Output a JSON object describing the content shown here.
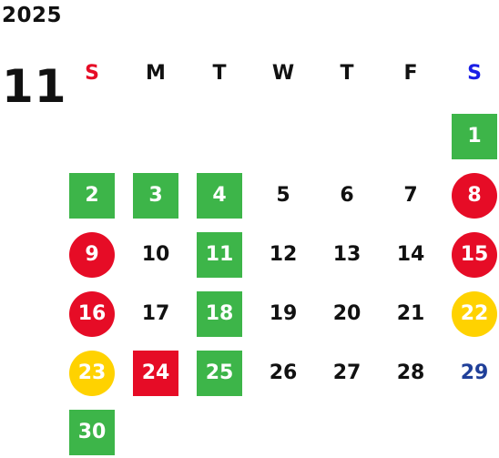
{
  "calendar": {
    "year": "2025",
    "month": "11",
    "weekdays": [
      {
        "label": "S",
        "color": "#e60c26"
      },
      {
        "label": "M",
        "color": "#111111"
      },
      {
        "label": "T",
        "color": "#111111"
      },
      {
        "label": "W",
        "color": "#111111"
      },
      {
        "label": "T",
        "color": "#111111"
      },
      {
        "label": "F",
        "color": "#111111"
      },
      {
        "label": "S",
        "color": "#1a1ee6"
      }
    ],
    "days": [
      {
        "day": "1",
        "col": 6,
        "row": 0,
        "style": "green"
      },
      {
        "day": "2",
        "col": 0,
        "row": 1,
        "style": "green"
      },
      {
        "day": "3",
        "col": 1,
        "row": 1,
        "style": "green"
      },
      {
        "day": "4",
        "col": 2,
        "row": 1,
        "style": "green"
      },
      {
        "day": "5",
        "col": 3,
        "row": 1,
        "style": "plain"
      },
      {
        "day": "6",
        "col": 4,
        "row": 1,
        "style": "plain"
      },
      {
        "day": "7",
        "col": 5,
        "row": 1,
        "style": "plain"
      },
      {
        "day": "8",
        "col": 6,
        "row": 1,
        "style": "red-circle"
      },
      {
        "day": "9",
        "col": 0,
        "row": 2,
        "style": "red-circle"
      },
      {
        "day": "10",
        "col": 1,
        "row": 2,
        "style": "plain"
      },
      {
        "day": "11",
        "col": 2,
        "row": 2,
        "style": "green"
      },
      {
        "day": "12",
        "col": 3,
        "row": 2,
        "style": "plain"
      },
      {
        "day": "13",
        "col": 4,
        "row": 2,
        "style": "plain"
      },
      {
        "day": "14",
        "col": 5,
        "row": 2,
        "style": "plain"
      },
      {
        "day": "15",
        "col": 6,
        "row": 2,
        "style": "red-circle"
      },
      {
        "day": "16",
        "col": 0,
        "row": 3,
        "style": "red-circle"
      },
      {
        "day": "17",
        "col": 1,
        "row": 3,
        "style": "plain"
      },
      {
        "day": "18",
        "col": 2,
        "row": 3,
        "style": "green"
      },
      {
        "day": "19",
        "col": 3,
        "row": 3,
        "style": "plain"
      },
      {
        "day": "20",
        "col": 4,
        "row": 3,
        "style": "plain"
      },
      {
        "day": "21",
        "col": 5,
        "row": 3,
        "style": "plain"
      },
      {
        "day": "22",
        "col": 6,
        "row": 3,
        "style": "yellow-circle"
      },
      {
        "day": "23",
        "col": 0,
        "row": 4,
        "style": "yellow-circle"
      },
      {
        "day": "24",
        "col": 1,
        "row": 4,
        "style": "red-square"
      },
      {
        "day": "25",
        "col": 2,
        "row": 4,
        "style": "green"
      },
      {
        "day": "26",
        "col": 3,
        "row": 4,
        "style": "plain"
      },
      {
        "day": "27",
        "col": 4,
        "row": 4,
        "style": "plain"
      },
      {
        "day": "28",
        "col": 5,
        "row": 4,
        "style": "plain"
      },
      {
        "day": "29",
        "col": 6,
        "row": 4,
        "style": "blue-text"
      },
      {
        "day": "30",
        "col": 0,
        "row": 5,
        "style": "green"
      }
    ],
    "colors": {
      "green": "#3db549",
      "red": "#e60c26",
      "yellow": "#ffd200",
      "blue_text": "#1f3f99"
    }
  }
}
